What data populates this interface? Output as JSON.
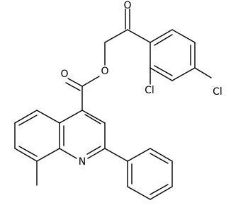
{
  "molecule": {
    "atoms": [
      {
        "id": "O1",
        "label": "O"
      },
      {
        "id": "O2",
        "label": "O"
      },
      {
        "id": "O3",
        "label": "O"
      },
      {
        "id": "Cl1",
        "label": "Cl"
      },
      {
        "id": "Cl2",
        "label": "Cl"
      },
      {
        "id": "N1",
        "label": "N"
      }
    ]
  }
}
